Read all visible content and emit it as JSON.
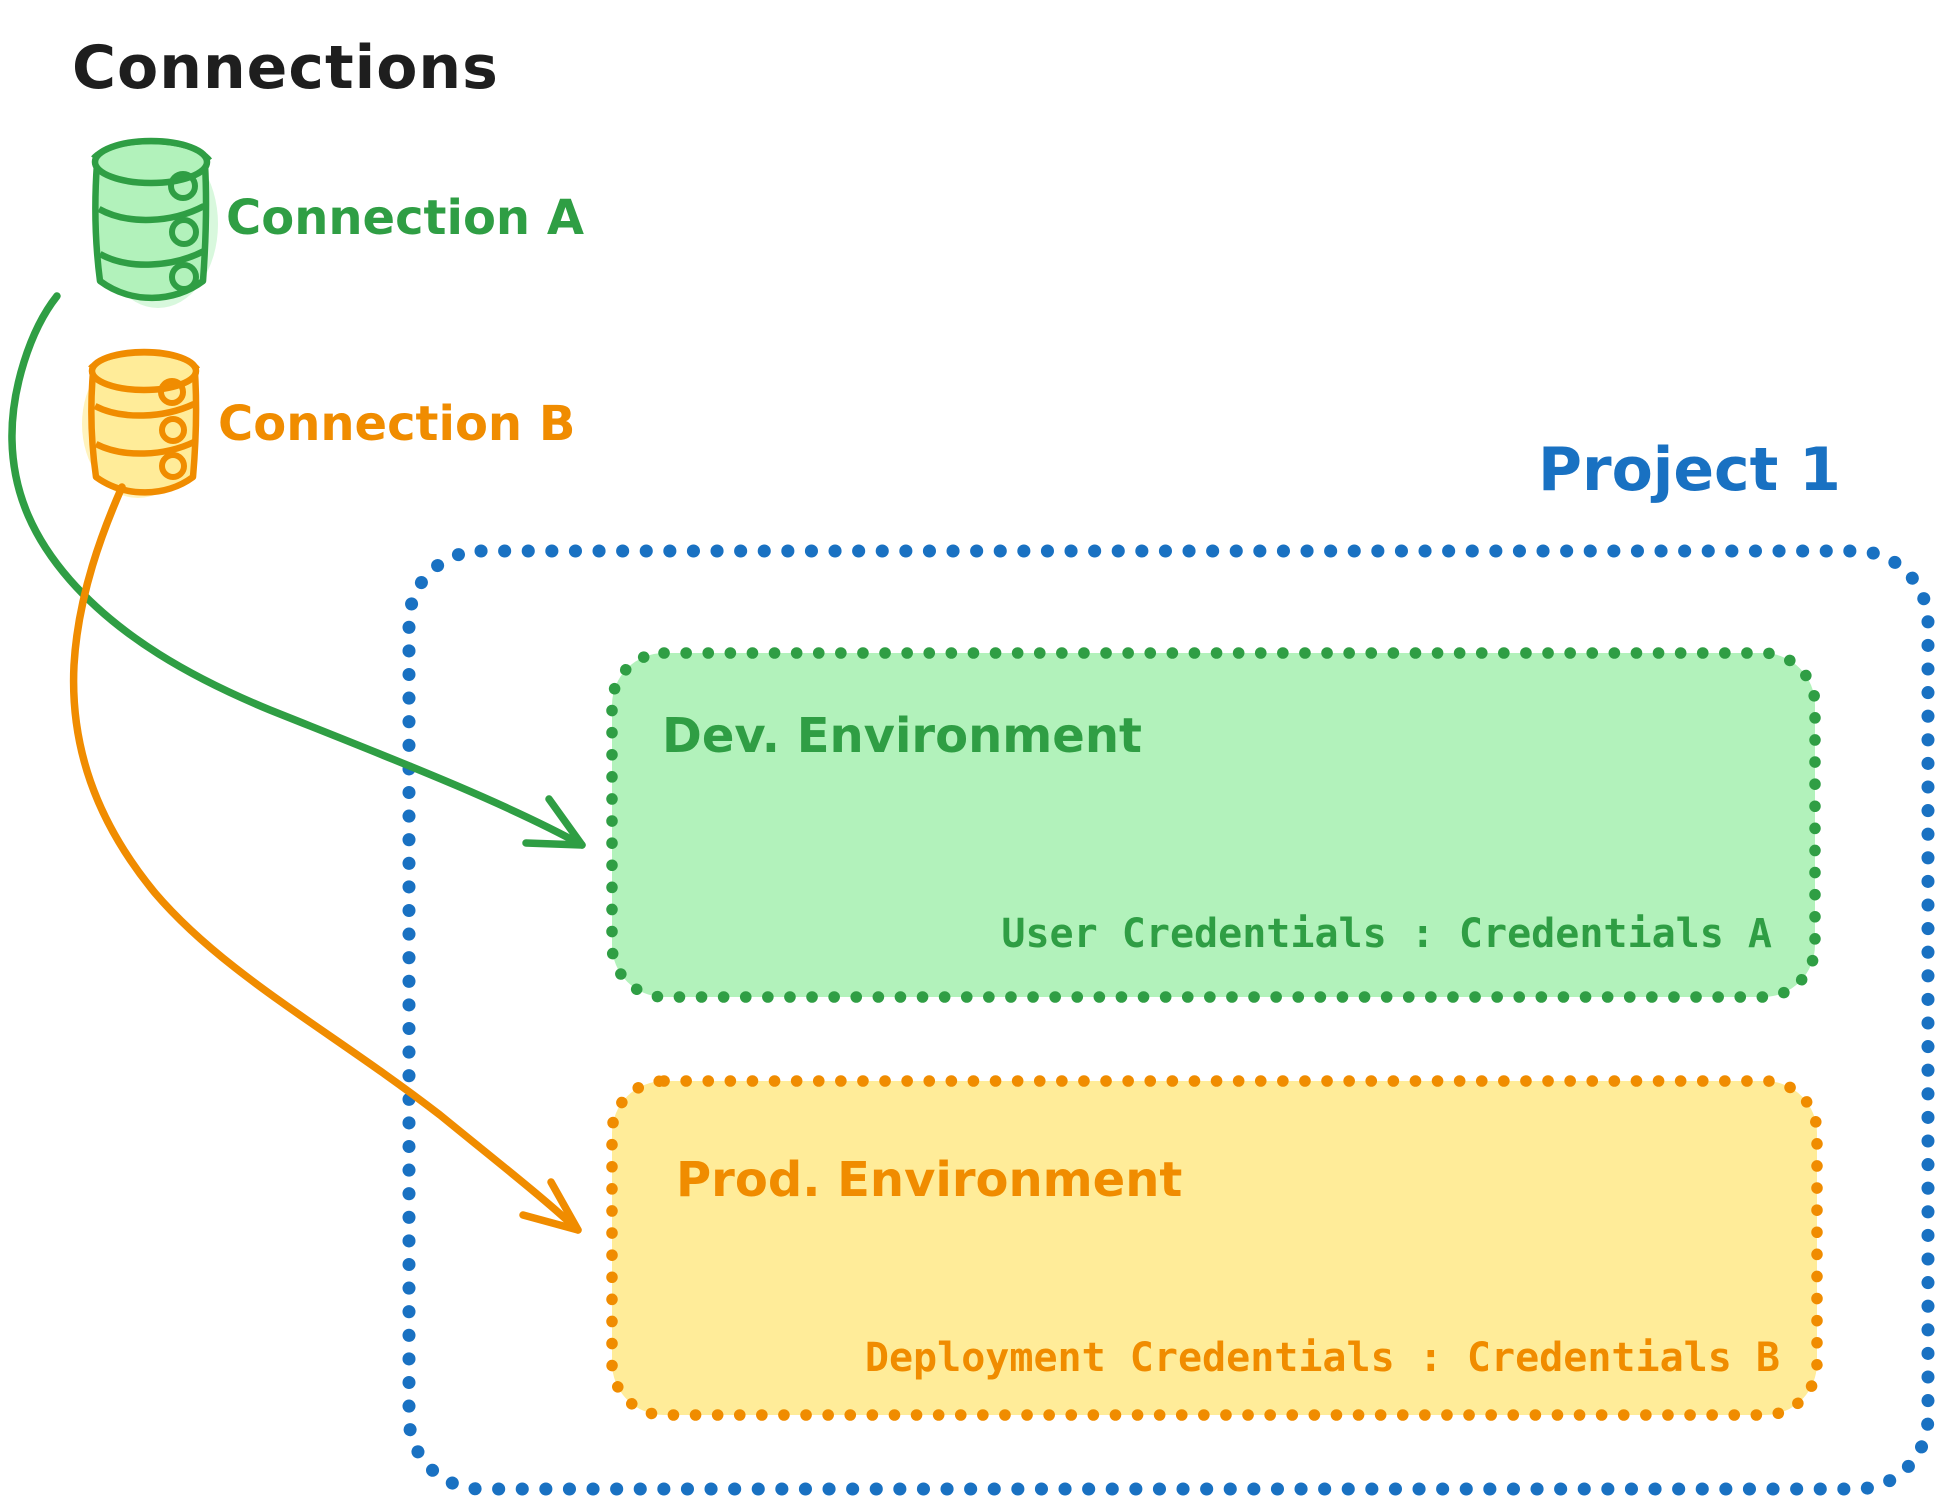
{
  "diagram_title": "Connections",
  "colors": {
    "blue": "#1971c2",
    "green": "#2f9e44",
    "green_fill": "#b2f2bb",
    "orange": "#f08c00",
    "orange_fill": "#ffec99",
    "ink": "#1e1e1e"
  },
  "connections": [
    {
      "label": "Connection A",
      "color": "#2f9e44"
    },
    {
      "label": "Connection B",
      "color": "#f08c00"
    }
  ],
  "project": {
    "label": "Project 1",
    "environments": [
      {
        "name": "Dev. Environment",
        "credentials_label": "User Credentials : Credentials A",
        "color": "#2f9e44",
        "fill": "#b2f2bb"
      },
      {
        "name": "Prod. Environment",
        "credentials_label": "Deployment Credentials : Credentials B",
        "color": "#f08c00",
        "fill": "#ffec99"
      }
    ]
  },
  "arrows": [
    {
      "from": "Connection A",
      "to": "Dev. Environment",
      "color": "#2f9e44"
    },
    {
      "from": "Connection B",
      "to": "Prod. Environment",
      "color": "#f08c00"
    }
  ]
}
